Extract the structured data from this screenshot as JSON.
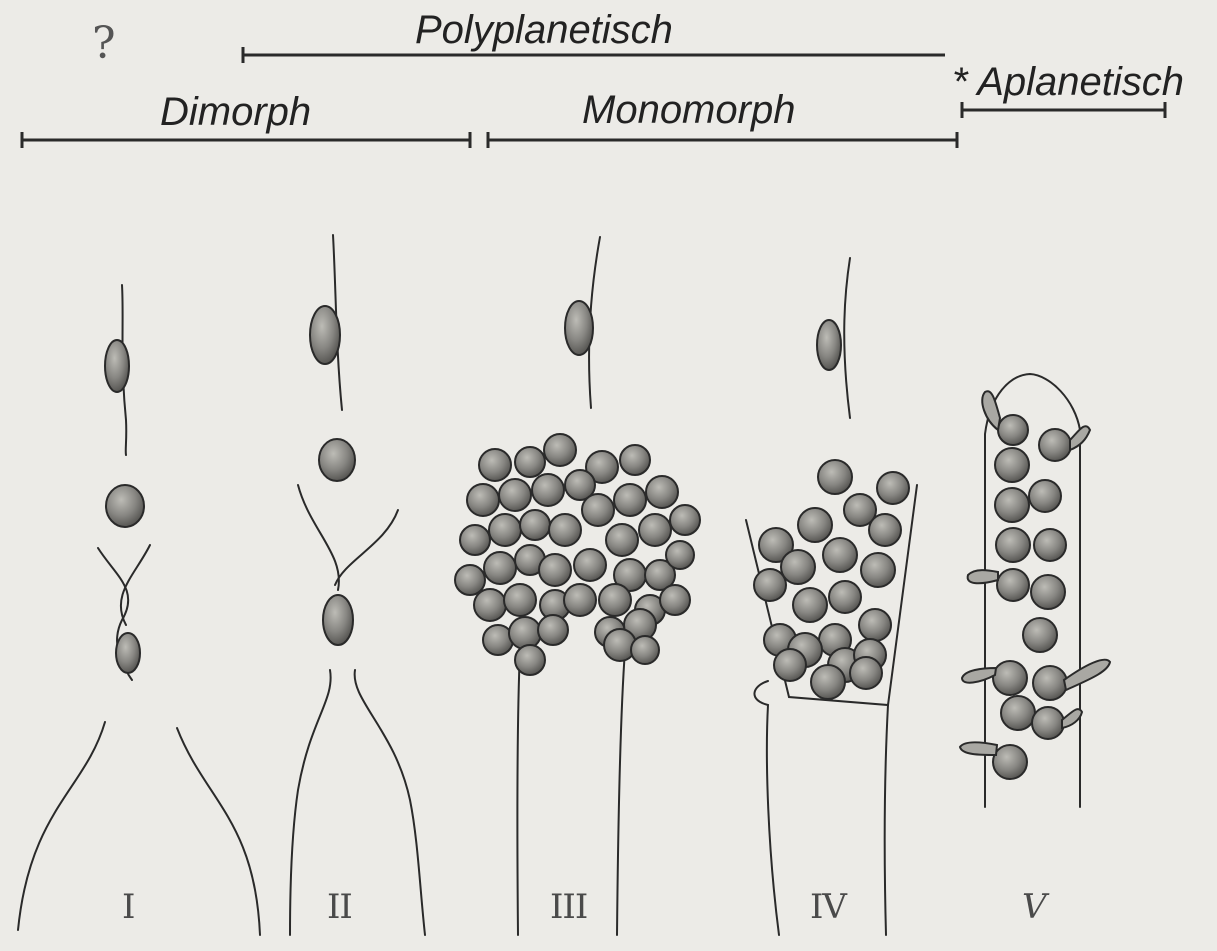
{
  "labels": {
    "question_mark": "?",
    "polyplanetisch": "Polyplanetisch",
    "aplanetisch": "* Aplanetisch",
    "dimorph": "Dimorph",
    "monomorph": "Monomorph"
  },
  "figures": [
    "I",
    "II",
    "III",
    "IV",
    "V"
  ],
  "colors": {
    "background": "#ecebe7",
    "ink": "#2a2a2a",
    "spore_fill": "#7f7f7b",
    "spore_highlight": "#b9b8b2"
  }
}
